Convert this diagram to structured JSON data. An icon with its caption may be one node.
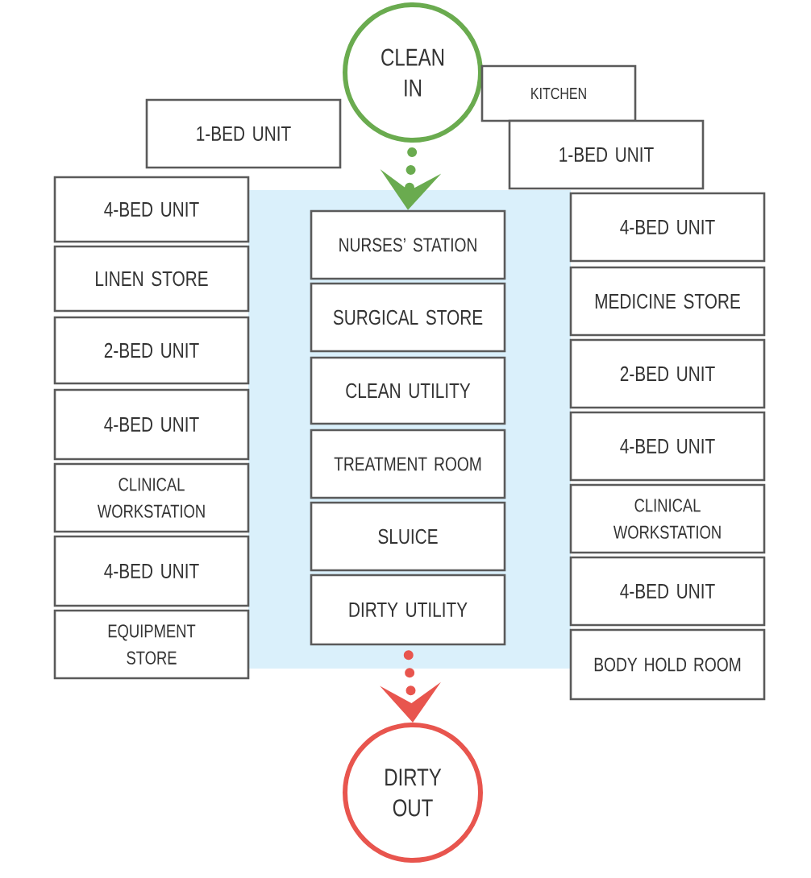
{
  "diagram": {
    "nodes": [
      {
        "text": [
          "CLEAN IN"
        ]
      },
      {
        "text": [
          "KITCHEN"
        ]
      },
      {
        "text": [
          "1-BED UNIT"
        ]
      },
      {
        "text": [
          "1-BED UNIT"
        ]
      },
      {
        "text": [
          "4-BED UNIT"
        ]
      },
      {
        "text": [
          "LINEN STORE"
        ]
      },
      {
        "text": [
          "2-BED UNIT"
        ]
      },
      {
        "text": [
          "4-BED UNIT"
        ]
      },
      {
        "text": [
          "CLINICAL WORKSTATION"
        ]
      },
      {
        "text": [
          "4-BED UNIT"
        ]
      },
      {
        "text": [
          "EQUIPMENT STORE"
        ]
      },
      {
        "text": [
          "NURSES’ STATION"
        ]
      },
      {
        "text": [
          "SURGICAL STORE"
        ]
      },
      {
        "text": [
          "CLEAN UTILITY"
        ]
      },
      {
        "text": [
          "TREATMENT ROOM"
        ]
      },
      {
        "text": [
          "SLUICE"
        ]
      },
      {
        "text": [
          "DIRTY UTILITY"
        ]
      },
      {
        "text": [
          "4-BED UNIT"
        ]
      },
      {
        "text": [
          "MEDICINE STORE"
        ]
      },
      {
        "text": [
          "2-BED UNIT"
        ]
      },
      {
        "text": [
          "4-BED UNIT"
        ]
      },
      {
        "text": [
          "CLINICAL WORKSTATION"
        ]
      },
      {
        "text": [
          "4-BED UNIT"
        ]
      },
      {
        "text": [
          "BODY HOLD ROOM"
        ]
      },
      {
        "text": [
          "DIRTY OUT"
        ]
      }
    ],
    "edges": [
      {
        "from": 0,
        "to": 11,
        "arrow": "to",
        "style": "dashed",
        "color": "#6aab4f"
      },
      {
        "from": 16,
        "to": 24,
        "arrow": "to",
        "style": "dashed",
        "color": "#e8554e"
      }
    ]
  }
}
